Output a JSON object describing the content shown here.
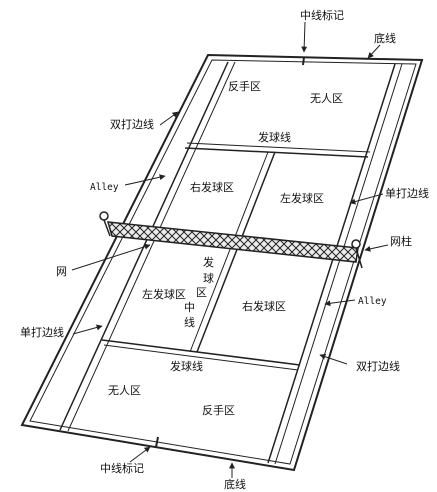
{
  "labels": {
    "center_mark_top": "中线标记",
    "baseline_top": "底线",
    "backcourt_left_top": "反手区",
    "no_mans_land_top": "无人区",
    "doubles_sideline_left": "双打边线",
    "service_line_top": "发球线",
    "alley_left": "Alley",
    "right_service_box_top": "右发球区",
    "left_service_box_top": "左发球区",
    "singles_sideline_right": "单打边线",
    "net_post": "网柱",
    "net": "网",
    "center_service_line": [
      "发",
      "球",
      "区",
      "中",
      "线"
    ],
    "left_service_box_bottom": "左发球区",
    "right_service_box_bottom": "右发球区",
    "alley_right": "Alley",
    "singles_sideline_left": "单打边线",
    "service_line_bottom": "发球线",
    "doubles_sideline_right": "双打边线",
    "no_mans_land_bottom": "无人区",
    "backcourt_right_bottom": "反手区",
    "center_mark_bottom": "中线标记",
    "baseline_bottom": "底线"
  },
  "colors": {
    "line": "#222222",
    "net_fill": "#e8e8e8",
    "court": "#ffffff"
  }
}
